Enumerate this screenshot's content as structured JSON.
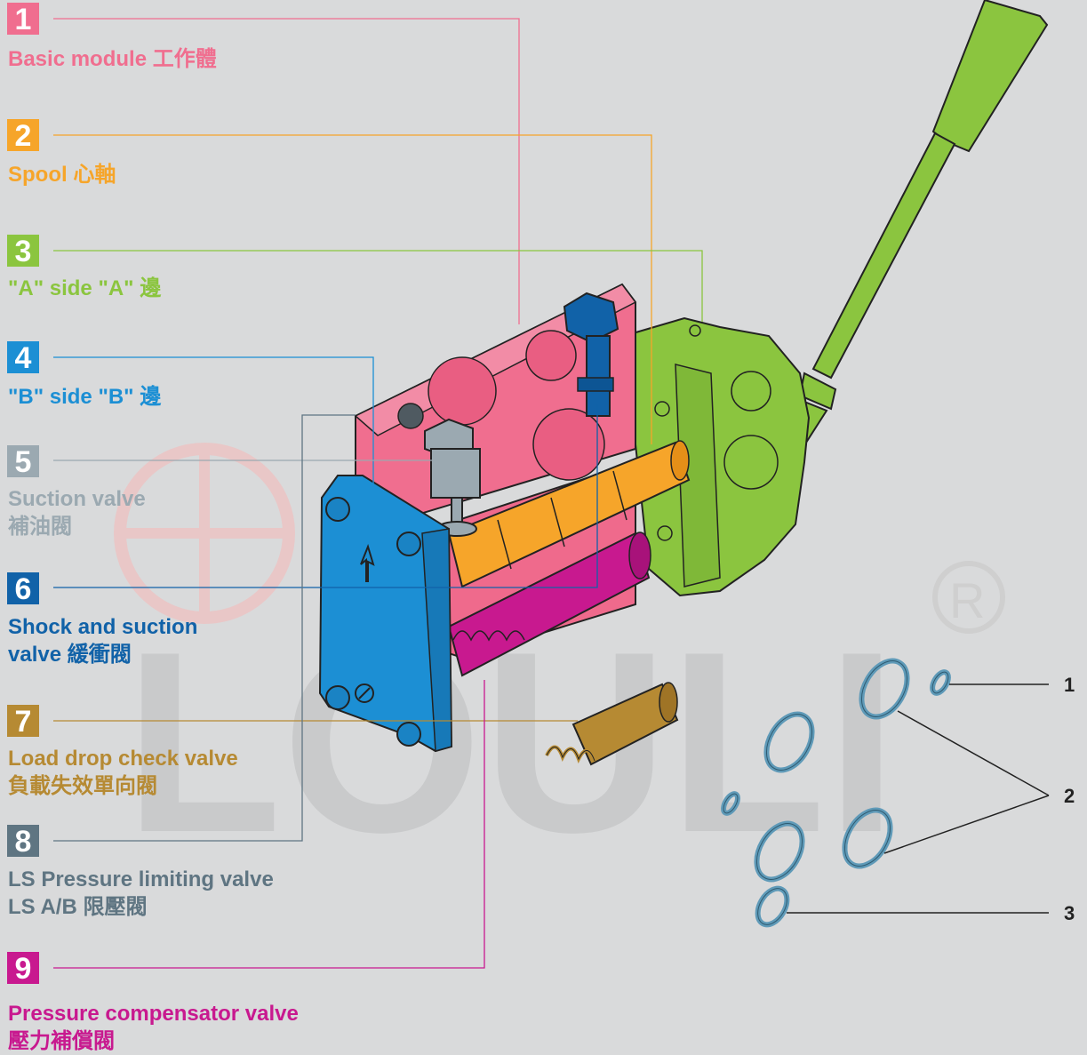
{
  "colors": {
    "background": "#d9dadb",
    "basic_module": "#f06e8f",
    "spool": "#f6a52a",
    "a_side": "#8bc53f",
    "b_side": "#1c8fd4",
    "suction_valve": "#9ba9b1",
    "shock_suction": "#1162a8",
    "load_drop": "#b68a33",
    "ls_pressure": "#5f7582",
    "compensator": "#c8198f",
    "oring": "#5f9ab8",
    "watermark": "#c9cacb"
  },
  "watermark_text": "LOULI",
  "registered_mark": "®",
  "components": [
    {
      "num": "1",
      "line1": "Basic module 工作體",
      "line2": "",
      "color_key": "basic_module"
    },
    {
      "num": "2",
      "line1": "Spool 心軸",
      "line2": "",
      "color_key": "spool"
    },
    {
      "num": "3",
      "line1": "\"A\" side  \"A\" 邊",
      "line2": "",
      "color_key": "a_side"
    },
    {
      "num": "4",
      "line1": "\"B\" side  \"B\" 邊",
      "line2": "",
      "color_key": "b_side"
    },
    {
      "num": "5",
      "line1": "Suction valve",
      "line2": "補油閥",
      "color_key": "suction_valve"
    },
    {
      "num": "6",
      "line1": "Shock and suction",
      "line2": "valve 緩衝閥",
      "color_key": "shock_suction"
    },
    {
      "num": "7",
      "line1": "Load drop check valve",
      "line2": "負載失效單向閥",
      "color_key": "load_drop"
    },
    {
      "num": "8",
      "line1": "LS Pressure limiting valve",
      "line2": "LS  A/B  限壓閥",
      "color_key": "ls_pressure"
    },
    {
      "num": "9",
      "line1": "Pressure compensator valve",
      "line2": "壓力補償閥",
      "color_key": "compensator"
    }
  ],
  "seal_labels": [
    {
      "num": "1"
    },
    {
      "num": "2"
    },
    {
      "num": "3"
    }
  ]
}
